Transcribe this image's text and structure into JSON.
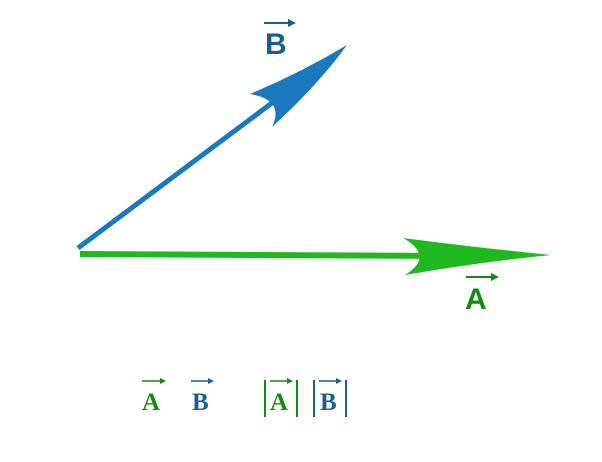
{
  "vectors": {
    "A": {
      "label": "A",
      "color": "#1fb81f",
      "label_color": "#138a13"
    },
    "B": {
      "label": "B",
      "color": "#1a78bf",
      "label_color": "#1a5f8f"
    }
  },
  "legend": {
    "items": [
      {
        "symbol": "A",
        "color": "#138a13"
      },
      {
        "symbol": "B",
        "color": "#1a5f8f"
      }
    ],
    "magnitudes": [
      {
        "symbol": "|A|",
        "letter": "A",
        "color": "#138a13"
      },
      {
        "symbol": "|B|",
        "letter": "B",
        "color": "#1a5f8f"
      }
    ]
  }
}
